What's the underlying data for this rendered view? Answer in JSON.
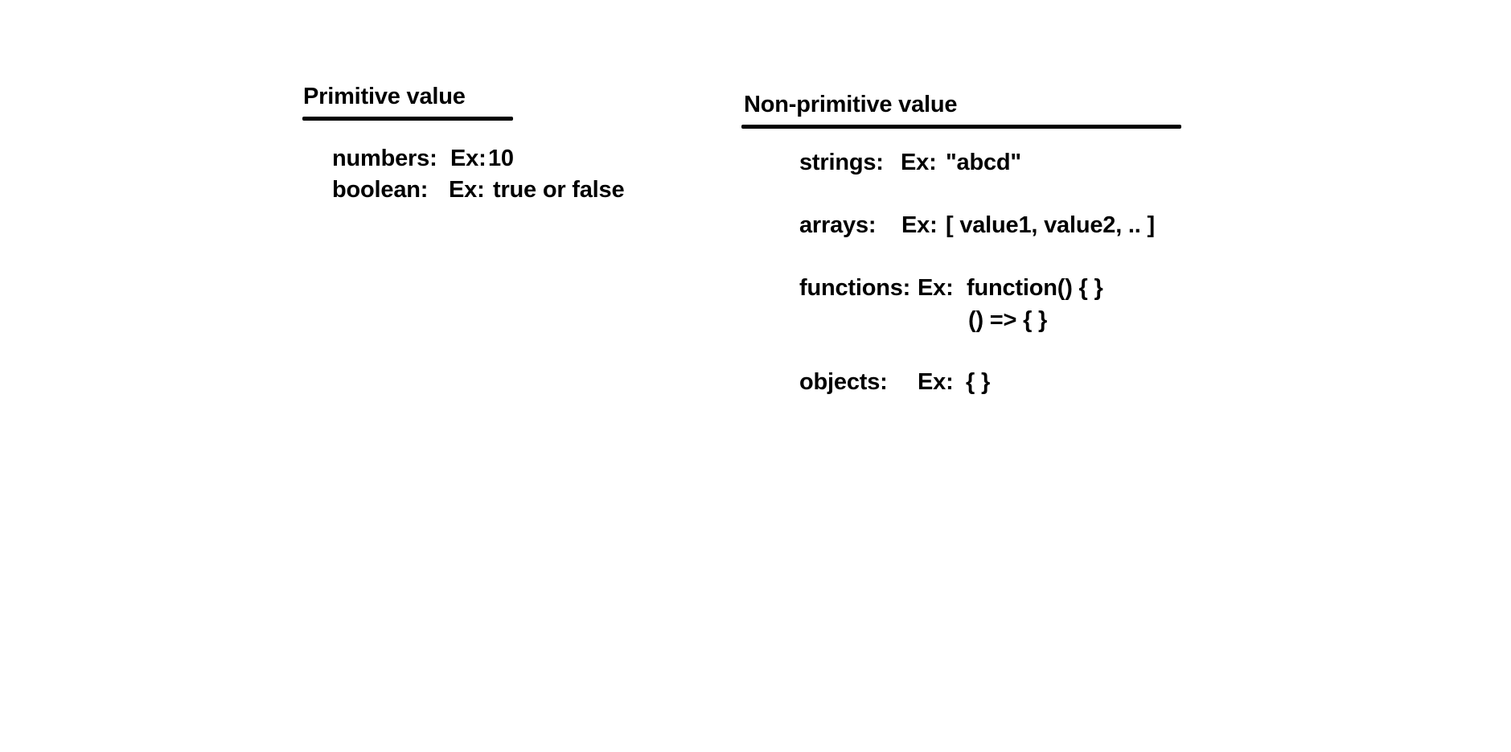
{
  "primitive": {
    "title": "Primitive value",
    "items": [
      {
        "label": "numbers:",
        "ex": "Ex:",
        "value": "10"
      },
      {
        "label": "boolean:",
        "ex": "Ex:",
        "value": "true or false"
      }
    ]
  },
  "non_primitive": {
    "title": "Non-primitive value",
    "items": [
      {
        "label": "strings:",
        "ex": "Ex:",
        "value": "\"abcd\""
      },
      {
        "label": "arrays:",
        "ex": "Ex:",
        "value": "[ value1, value2, .. ]"
      },
      {
        "label": "functions:",
        "ex": "Ex:",
        "value": "function() { }",
        "value2": "() => { }"
      },
      {
        "label": "objects:",
        "ex": "Ex:",
        "value": "{ }"
      }
    ]
  }
}
